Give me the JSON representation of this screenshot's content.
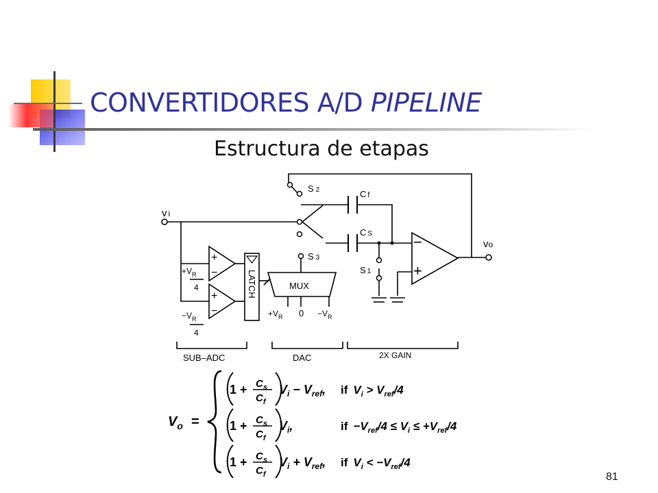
{
  "slide": {
    "title_main": "CONVERTIDORES A/D ",
    "title_italic": "PIPELINE",
    "subtitle": "Estructura de etapas",
    "page_number": "81"
  },
  "circuit": {
    "labels": {
      "vi": "v",
      "vi_sub": "i",
      "vo": "v",
      "vo_sub": "o",
      "s2": "S",
      "s2_sub": "2",
      "s3": "S",
      "s3_sub": "3",
      "s1": "S",
      "s1_sub": "1",
      "cf": "C",
      "cf_sub": "f",
      "cs": "C",
      "cs_sub": "S",
      "latch": "LATCH",
      "mux": "MUX",
      "mux_zero": "0",
      "plus_vr": "+V",
      "plus_vr_sub": "R",
      "minus_vr": "−V",
      "minus_vr_sub": "R",
      "cmp1_ref": "+V",
      "cmp1_ref_sub": "R",
      "cmp1_den": "4",
      "cmp2_ref": "−V",
      "cmp2_ref_sub": "R",
      "cmp2_den": "4",
      "sign_plus": "+",
      "sign_minus": "−",
      "sub_adc": "SUB–ADC",
      "dac": "DAC",
      "gain": "2X GAIN"
    }
  },
  "equation": {
    "lhs": "V",
    "lhs_sub": "o",
    "equals": "=",
    "one_plus": "1 +",
    "frac_num": "C",
    "frac_num_sub": "s",
    "frac_den": "C",
    "frac_den_sub": "f",
    "cases": [
      {
        "term": "V",
        "term_sub": "i",
        "tail": " − V",
        "tail_sub": "ref",
        "punct": ",",
        "cond_if": "if",
        "condition": "Vᵢ > V_ref/4"
      },
      {
        "term": "V",
        "term_sub": "i",
        "tail": "",
        "tail_sub": "",
        "punct": ",",
        "cond_if": "if",
        "condition": "−V_ref/4 ≤ Vᵢ ≤ +V_ref/4"
      },
      {
        "term": "V",
        "term_sub": "i",
        "tail": " + V",
        "tail_sub": "ref",
        "punct": ",",
        "cond_if": "if",
        "condition": "Vᵢ < −V_ref/4"
      }
    ],
    "cond_parts": [
      [
        "V",
        "i",
        " > V",
        "ref",
        "/4"
      ],
      [
        "−V",
        "ref",
        "/4 ≤ V",
        "i",
        " ≤ +V",
        "ref",
        "/4"
      ],
      [
        "V",
        "i",
        " < −V",
        "ref",
        "/4"
      ]
    ]
  }
}
